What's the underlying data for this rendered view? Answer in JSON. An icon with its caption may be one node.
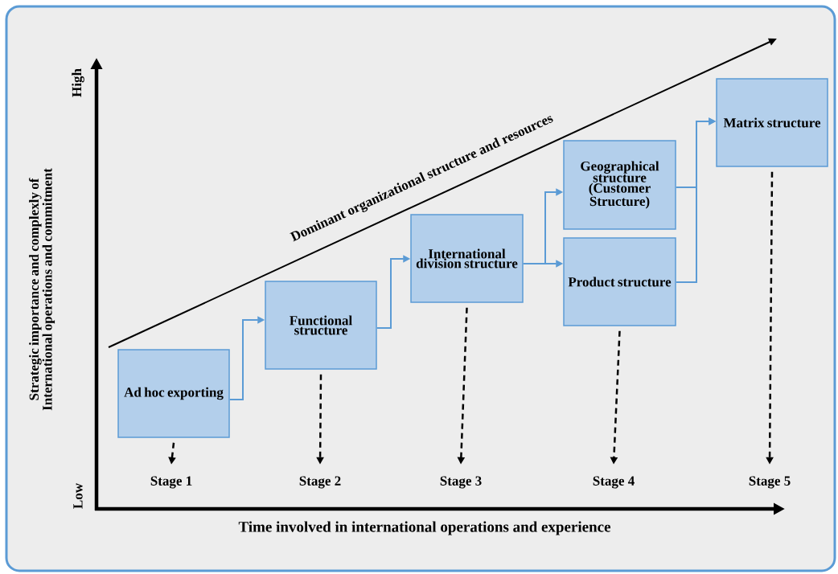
{
  "diagram": {
    "nodes": [
      {
        "text": [
          "Ad hoc exporting"
        ]
      },
      {
        "text": [
          "Functional structure"
        ]
      },
      {
        "text": [
          "International division structure"
        ]
      },
      {
        "text": [
          "Geographical structure (Customer Structure)"
        ]
      },
      {
        "text": [
          "Product structure"
        ]
      },
      {
        "text": [
          "Matrix structure"
        ]
      },
      {
        "text": [
          "Stage 1"
        ]
      },
      {
        "text": [
          "Stage 2"
        ]
      },
      {
        "text": [
          "Stage 3"
        ]
      },
      {
        "text": [
          "Stage 4"
        ]
      },
      {
        "text": [
          "Stage 5"
        ]
      }
    ],
    "edges": [
      {
        "from": 0,
        "to": 1,
        "arrow": "to"
      },
      {
        "from": 1,
        "to": 2,
        "arrow": "to"
      },
      {
        "from": 2,
        "to": 3,
        "arrow": "to"
      },
      {
        "from": 2,
        "to": 4,
        "arrow": "to"
      },
      {
        "from": 3,
        "to": 5,
        "arrow": "to"
      },
      {
        "from": 4,
        "to": 5,
        "arrow": "to"
      },
      {
        "from": 0,
        "to": 6,
        "arrow": "to",
        "style": "dashed",
        "color": "#000000"
      },
      {
        "from": 1,
        "to": 7,
        "arrow": "to",
        "style": "dashed",
        "color": "#000000"
      },
      {
        "from": 2,
        "to": 8,
        "arrow": "to",
        "style": "dashed",
        "color": "#000000"
      },
      {
        "from": 4,
        "to": 9,
        "arrow": "to",
        "style": "dashed",
        "color": "#000000"
      },
      {
        "from": 5,
        "to": 10,
        "arrow": "to",
        "style": "dashed",
        "color": "#000000"
      }
    ],
    "labels": [
      "High",
      "Strategic importance and complexly of International operations and commitment",
      "Dominant organizational structure and resources",
      "Low",
      "Time involved in international operations and experience"
    ]
  }
}
